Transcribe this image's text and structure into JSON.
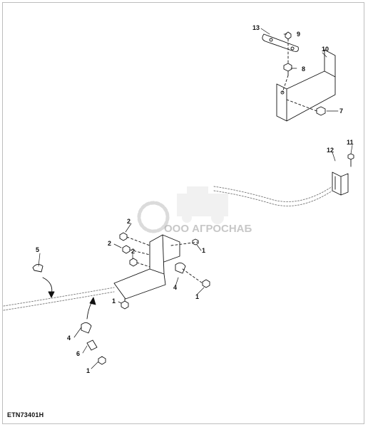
{
  "figure_id": "ETN73401H",
  "watermark": {
    "brand": "ООО АГРОСНАБ"
  },
  "callouts": {
    "c13": "13",
    "c9": "9",
    "c10": "10",
    "c8": "8",
    "c7": "7",
    "c12": "12",
    "c11": "11",
    "c5": "5",
    "c2a": "2",
    "c2b": "2",
    "c2c": "2",
    "c1a": "1",
    "c1b": "1",
    "c1c": "1",
    "c1d": "1",
    "c4a": "4",
    "c4b": "4",
    "c6": "6"
  }
}
